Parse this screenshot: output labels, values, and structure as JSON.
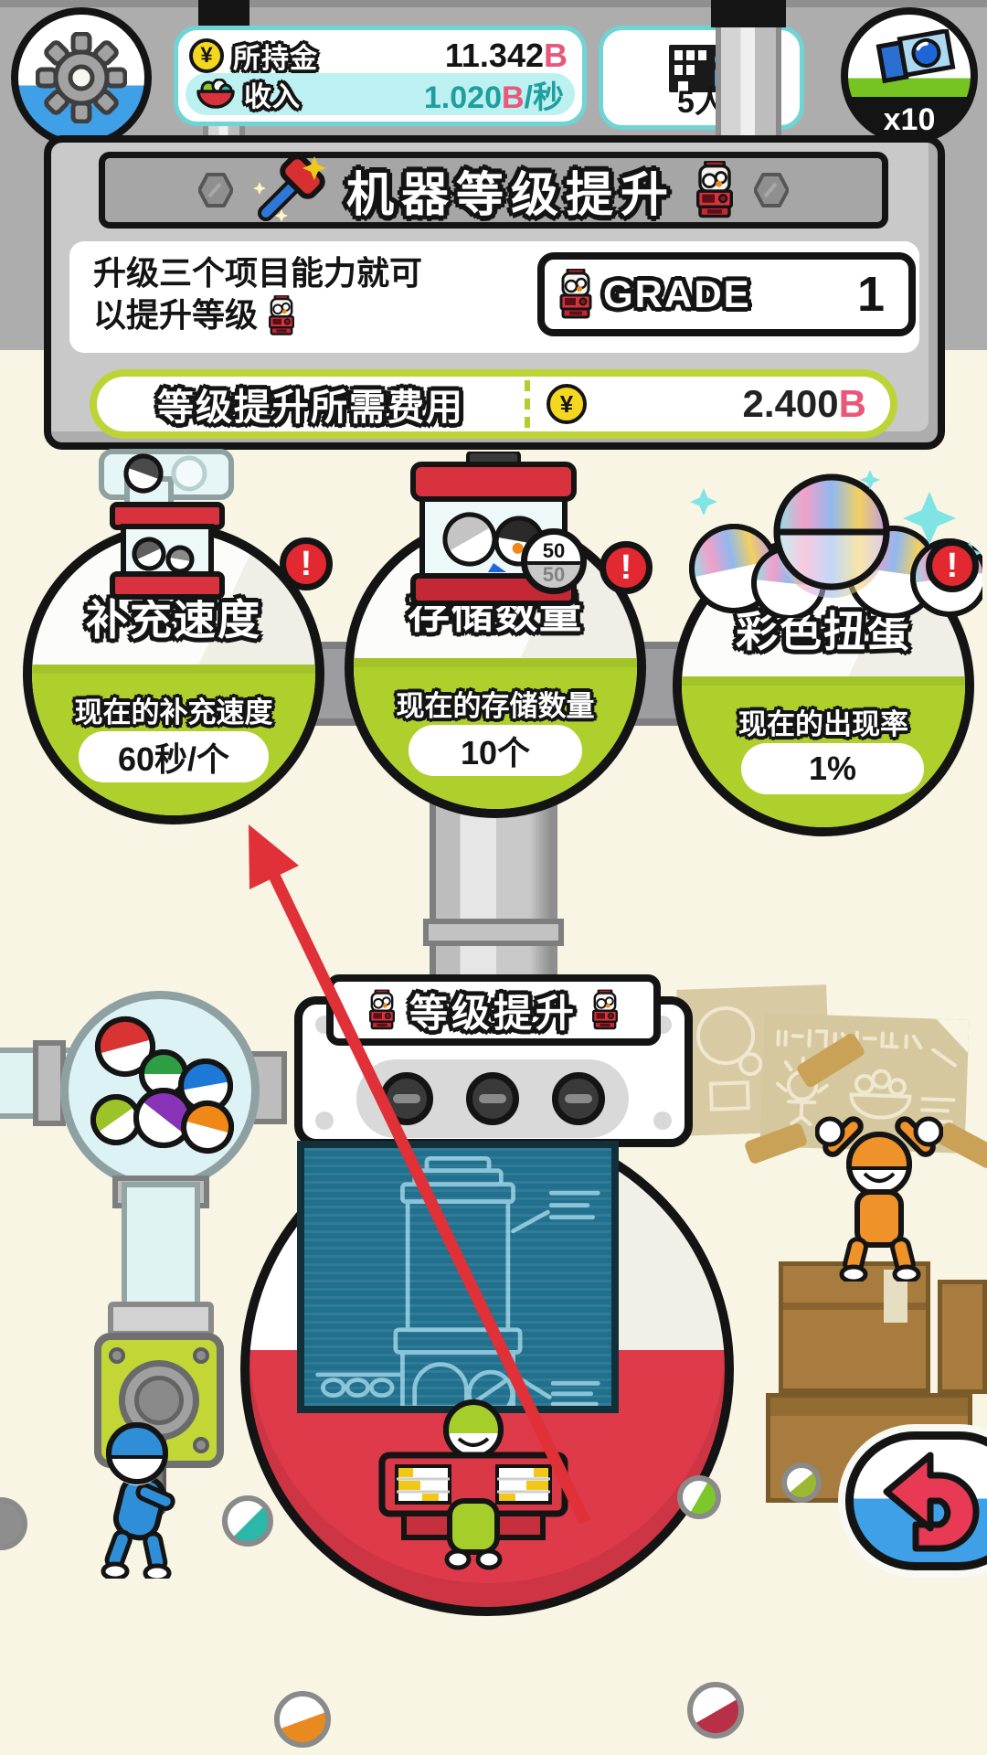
{
  "hud": {
    "currency": {
      "coin_symbol": "¥",
      "money_label": "所持金",
      "money_value": "11.342",
      "money_unit": "B",
      "income_label": "收入",
      "income_value": "1.020",
      "income_unit": "B",
      "income_suffix": "/秒"
    },
    "staff": {
      "count": "5人"
    },
    "tickets": {
      "count": "x10"
    }
  },
  "upgrade_panel": {
    "title": "机器等级提升",
    "description_line1": "升级三个项目能力就可",
    "description_line2": "以提升等级",
    "grade_label": "GRADE",
    "grade_value": "1",
    "cost_label": "等级提升所需费用",
    "cost_coin_symbol": "¥",
    "cost_value": "2.400",
    "cost_unit": "B"
  },
  "upgrades": [
    {
      "title": "补充速度",
      "stat_label": "现在的补充速度",
      "stat_value": "60秒/个",
      "alert": "!"
    },
    {
      "title": "存储数量",
      "stat_label": "现在的存储数量",
      "stat_value": "10个",
      "alert": "!",
      "gauge_top": "50",
      "gauge_bottom": "50"
    },
    {
      "title": "彩色扭蛋",
      "stat_label": "现在的出现率",
      "stat_value": "1%",
      "alert": "!"
    }
  ],
  "machine": {
    "sign_label": "等级提升"
  },
  "icons": {
    "settings": "gear-icon",
    "money": "yen-coin-icon",
    "income": "capsule-bowl-icon",
    "staff": "building-person-icon",
    "tickets": "ticket-icon",
    "upgrade_alert": "exclamation-icon",
    "back": "return-arrow-icon",
    "machine": "gacha-machine-icon"
  },
  "colors": {
    "accent_lime": "#AFD02C",
    "alert_red": "#E22830",
    "hud_teal": "#6ED4D4",
    "value_pink": "#E8587A",
    "income_teal": "#1F9E9E",
    "panel_gray": "#C9C9C9",
    "blueprint_teal": "#20708E",
    "button_blue": "#3FA0E8",
    "machine_red": "#DE3A4A"
  }
}
